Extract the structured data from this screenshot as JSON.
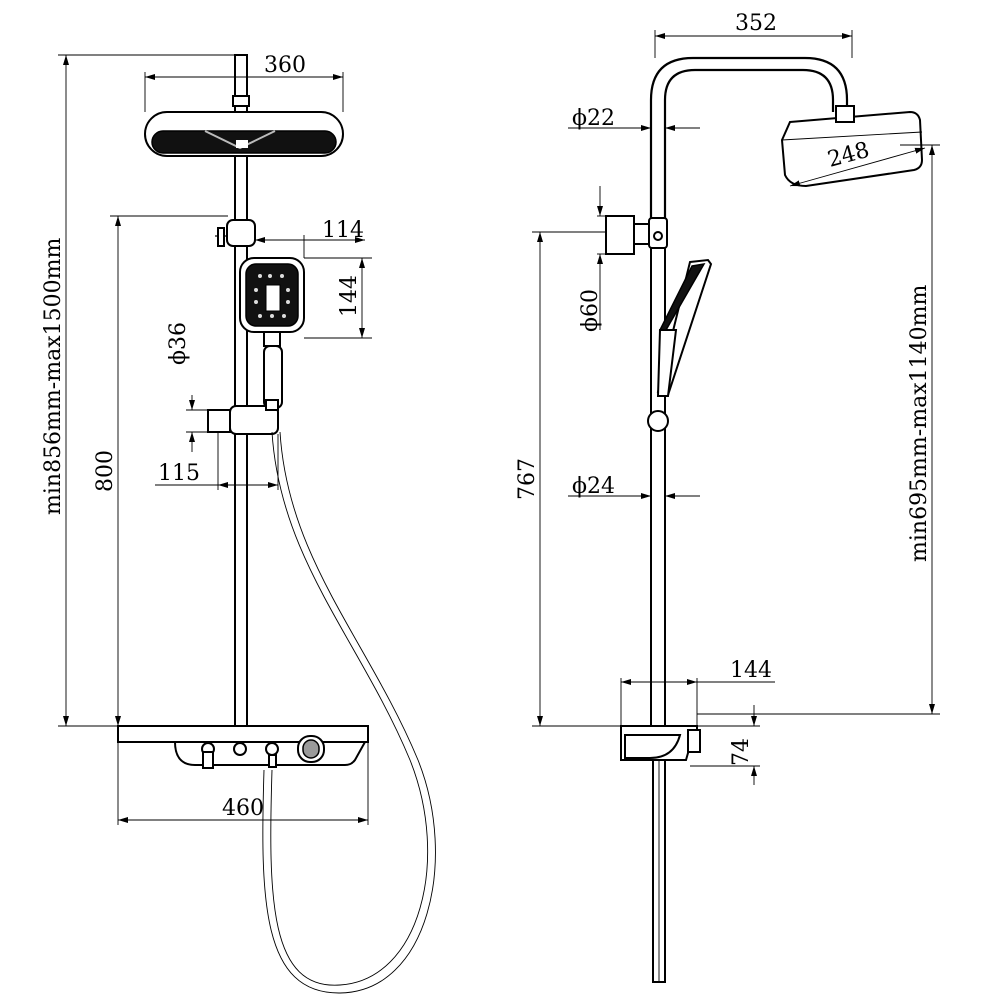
{
  "front_view": {
    "dim_top_width": "360",
    "dim_handshower_width": "114",
    "dim_handshower_height": "144",
    "dim_holder_diameter": "ϕ36",
    "dim_holder_offset": "115",
    "dim_holder_height": "800",
    "dim_total_height": "min856mm-max1500mm",
    "dim_shelf_width": "460"
  },
  "side_view": {
    "dim_arm_reach": "352",
    "dim_upper_pipe": "ϕ22",
    "dim_head_width": "248",
    "dim_bracket": "ϕ60",
    "dim_holder_height": "767",
    "dim_lower_pipe": "ϕ24",
    "dim_valve_depth": "144",
    "dim_valve_height": "74",
    "dim_total_height": "min695mm-max1140mm"
  }
}
